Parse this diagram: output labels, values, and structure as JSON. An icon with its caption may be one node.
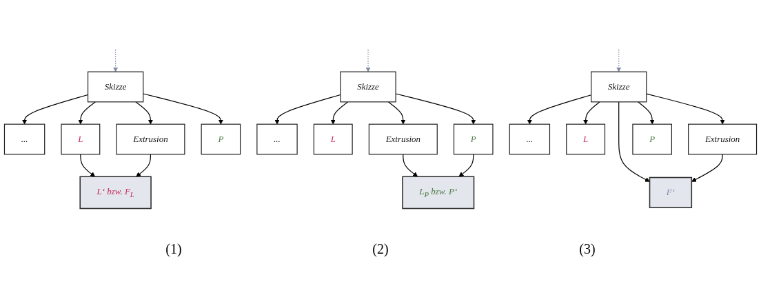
{
  "diagram": {
    "nodes": [
      {
        "text": [
          "Skizze"
        ]
      },
      {
        "text": [
          "..."
        ]
      },
      {
        "text": [
          "L"
        ]
      },
      {
        "text": [
          "Extrusion"
        ]
      },
      {
        "text": [
          "P"
        ]
      },
      {
        "text": [
          "L‘ bzw. F$_{L}$"
        ]
      },
      {
        "text": [
          "Skizze"
        ]
      },
      {
        "text": [
          "..."
        ]
      },
      {
        "text": [
          "L"
        ]
      },
      {
        "text": [
          "Extrusion"
        ]
      },
      {
        "text": [
          "P"
        ]
      },
      {
        "text": [
          "L$_{P}$ bzw. P‘"
        ]
      },
      {
        "text": [
          "Skizze"
        ]
      },
      {
        "text": [
          "..."
        ]
      },
      {
        "text": [
          "L"
        ]
      },
      {
        "text": [
          "Extrusion"
        ]
      },
      {
        "text": [
          "P"
        ]
      },
      {
        "text": [
          "F‘"
        ]
      }
    ],
    "edges": [
      {
        "from": null,
        "to": 0,
        "arrow": "to",
        "style": "dashed",
        "color": "#7f8ba8"
      },
      {
        "from": 0,
        "to": 1,
        "arrow": "to"
      },
      {
        "from": 0,
        "to": 2,
        "arrow": "to"
      },
      {
        "from": 0,
        "to": 3,
        "arrow": "to"
      },
      {
        "from": 0,
        "to": 4,
        "arrow": "to"
      },
      {
        "from": 2,
        "to": 5,
        "arrow": "to"
      },
      {
        "from": 3,
        "to": 5,
        "arrow": "to"
      },
      {
        "from": null,
        "to": 6,
        "arrow": "to",
        "style": "dashed",
        "color": "#7f8ba8"
      },
      {
        "from": 6,
        "to": 7,
        "arrow": "to"
      },
      {
        "from": 6,
        "to": 8,
        "arrow": "to"
      },
      {
        "from": 6,
        "to": 9,
        "arrow": "to"
      },
      {
        "from": 6,
        "to": 10,
        "arrow": "to"
      },
      {
        "from": 9,
        "to": 11,
        "arrow": "to"
      },
      {
        "from": 10,
        "to": 11,
        "arrow": "to"
      },
      {
        "from": null,
        "to": 12,
        "arrow": "to",
        "style": "dashed",
        "color": "#7f8ba8"
      },
      {
        "from": 12,
        "to": 13,
        "arrow": "to"
      },
      {
        "from": 12,
        "to": 14,
        "arrow": "to"
      },
      {
        "from": 12,
        "to": 17,
        "arrow": "to"
      },
      {
        "from": 12,
        "to": 15,
        "arrow": "to"
      },
      {
        "from": 12,
        "to": 16,
        "arrow": "to"
      },
      {
        "from": 15,
        "to": 17,
        "arrow": "to"
      }
    ],
    "labels": [
      "(1)",
      "(2)",
      "(3)"
    ]
  }
}
